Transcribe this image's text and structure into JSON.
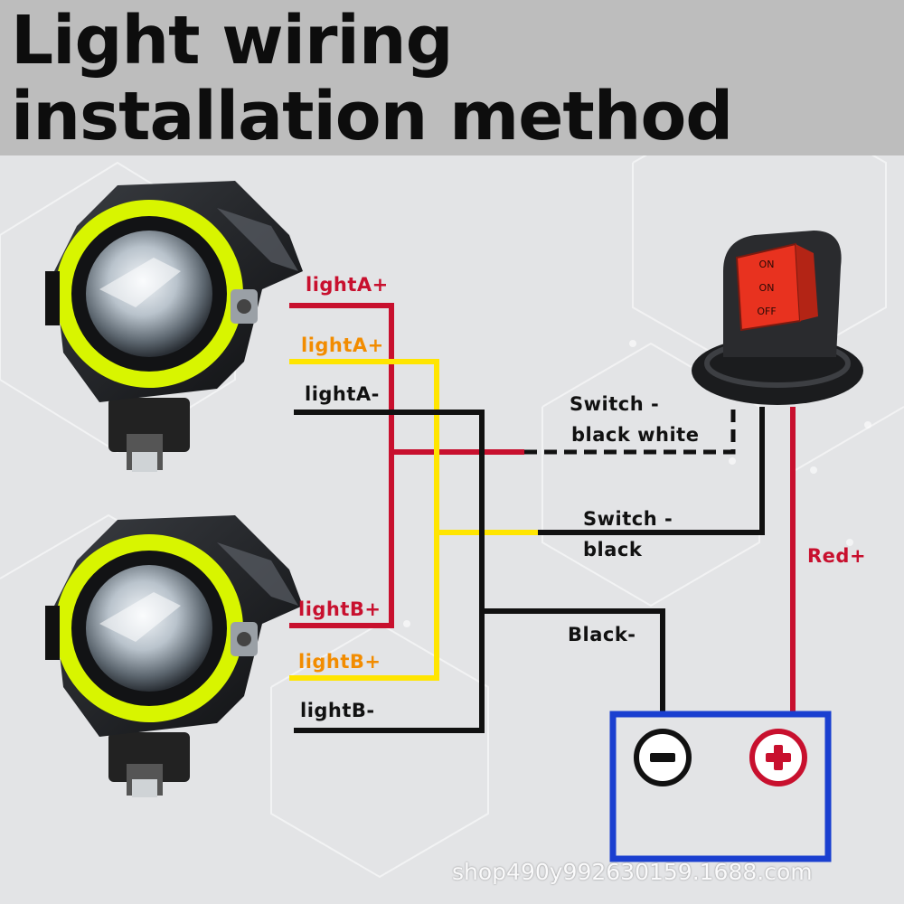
{
  "title": {
    "line1": "Light wiring",
    "line2": "installation method"
  },
  "labels": {
    "lightA_pos_red": "lightA+",
    "lightA_pos_yellow": "lightA+",
    "lightA_neg": "lightA-",
    "lightB_pos_red": "lightB+",
    "lightB_pos_yellow": "lightB+",
    "lightB_neg": "lightB-",
    "switch_black_white_1": "Switch -",
    "switch_black_white_2": "black white",
    "switch_black_1": "Switch -",
    "switch_black_2": "black",
    "black_neg": "Black-",
    "red_pos": "Red+"
  },
  "switch": {
    "positions": [
      "ON",
      "ON",
      "OFF"
    ]
  },
  "battery": {
    "negative_symbol": "−",
    "positive_symbol": "+"
  },
  "watermark": "shop490y992630159.1688.com",
  "colors": {
    "red_wire": "#c8102e",
    "yellow_wire": "#ffe500",
    "black_wire": "#111111",
    "battery_outline": "#1a3fd0",
    "halo_ring": "#d8f500",
    "switch_button": "#e8321f",
    "orange_label": "#f28c00"
  },
  "icons": {
    "lamp": "spotlight-icon",
    "switch": "rocker-switch-icon",
    "battery_negative": "minus-circle-icon",
    "battery_positive": "plus-circle-icon"
  }
}
